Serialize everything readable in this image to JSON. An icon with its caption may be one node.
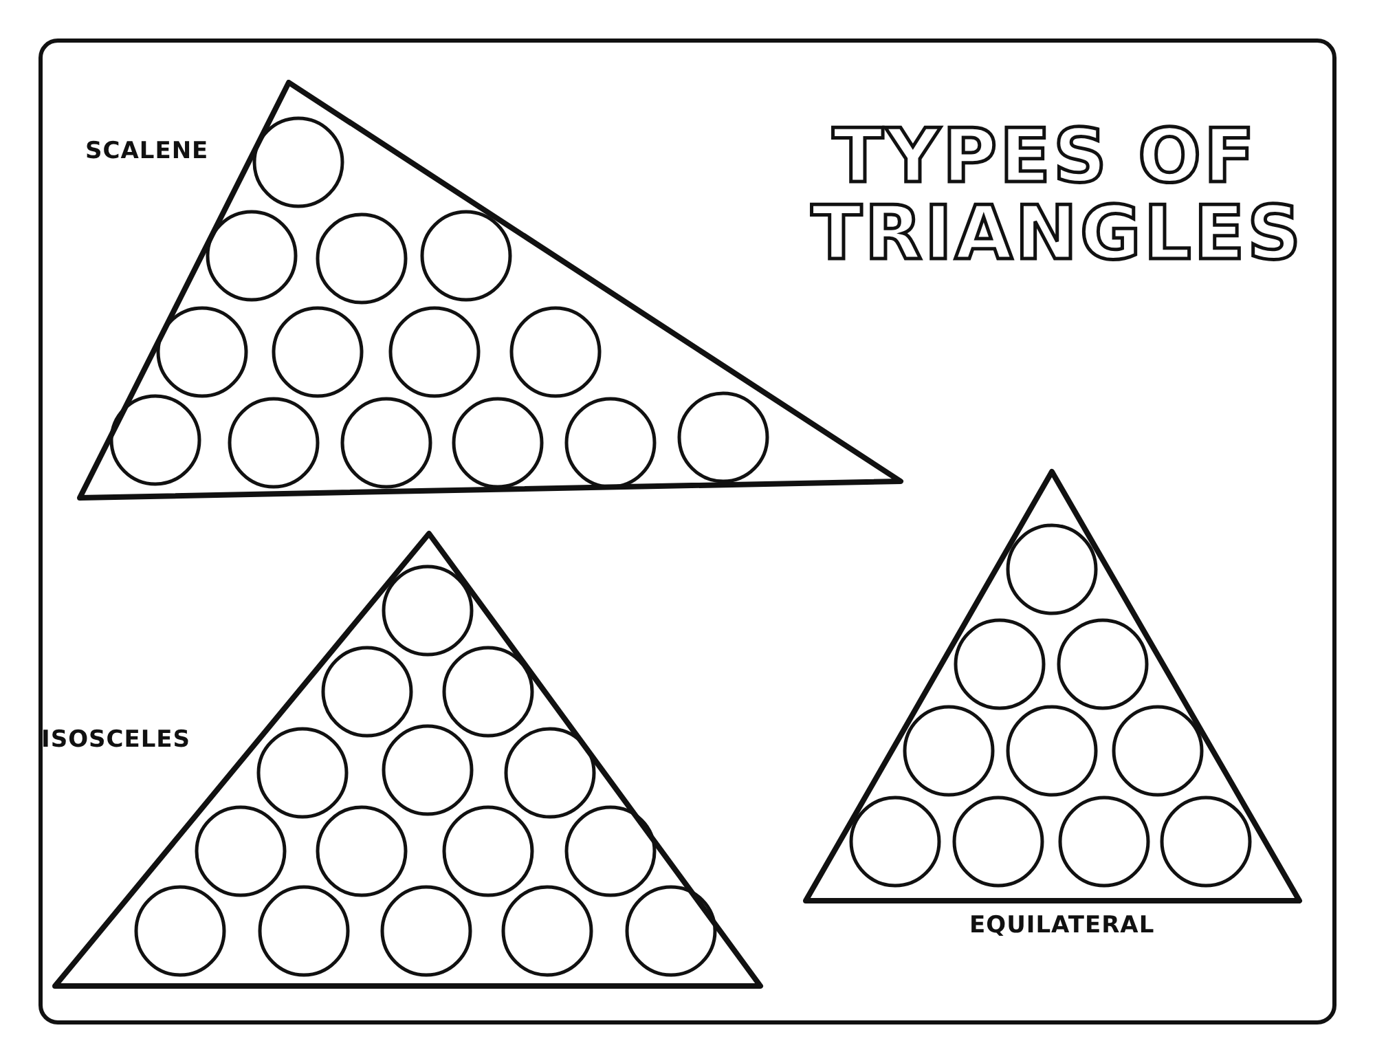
{
  "diagram": {
    "title": "TYPES OF TRIANGLES",
    "nodes": [
      {
        "text": [
          "SCALENE"
        ]
      },
      {
        "text": [
          "ISOSCELES"
        ]
      },
      {
        "text": [
          "EQUILATERAL"
        ]
      }
    ],
    "edges": []
  }
}
